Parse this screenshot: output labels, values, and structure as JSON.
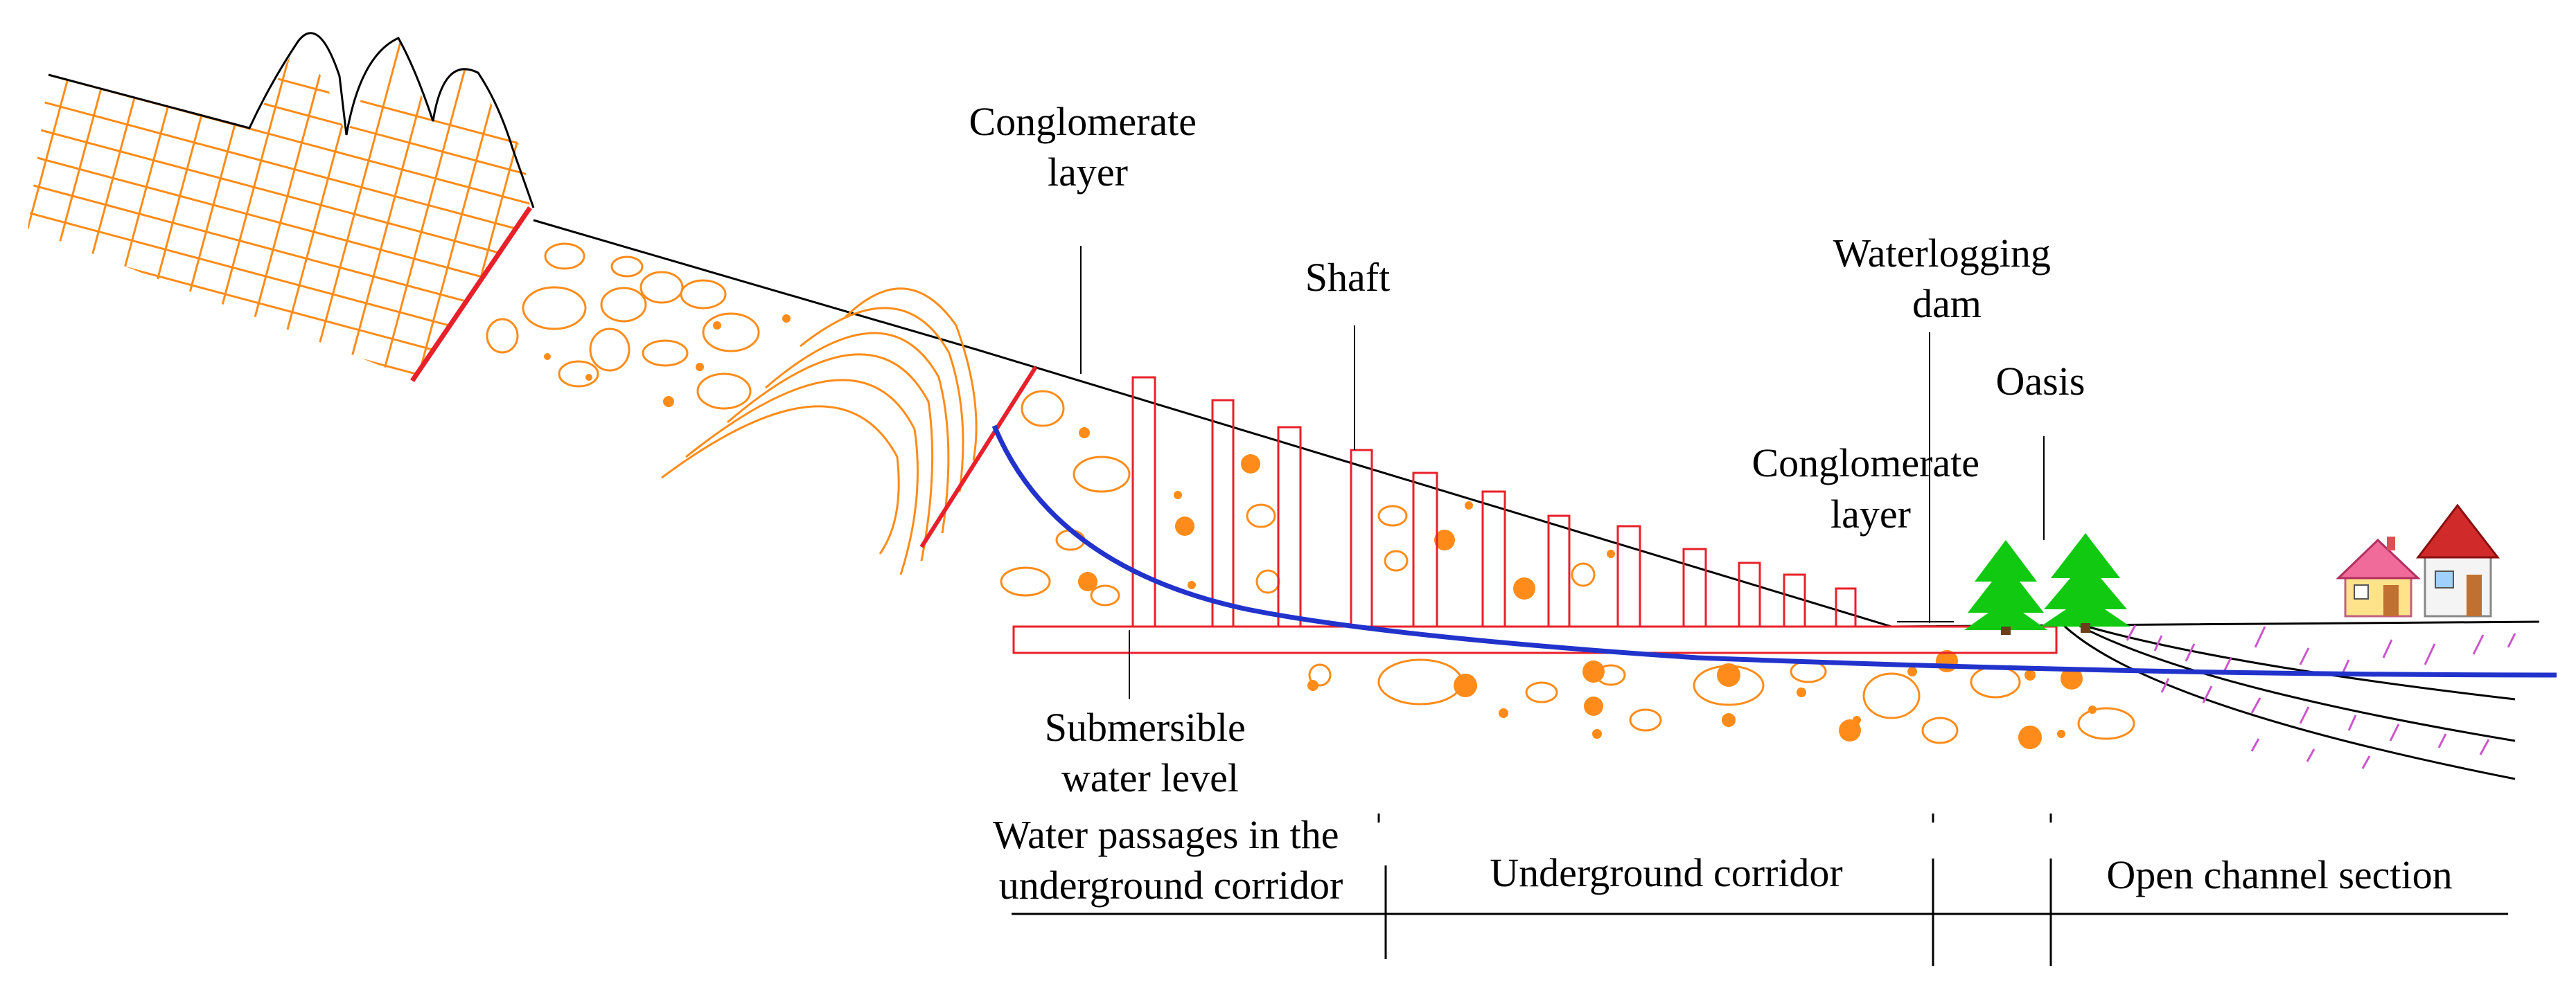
{
  "labels": {
    "conglomerate_top": [
      "Conglomerate",
      "layer"
    ],
    "shaft": "Shaft",
    "waterlogging_dam": [
      "Waterlogging",
      "dam"
    ],
    "oasis": "Oasis",
    "conglomerate_right": [
      "Conglomerate",
      "layer"
    ],
    "submersible": [
      "Submersible",
      "water level"
    ],
    "water_passages": [
      "Water passages in the",
      "underground corridor"
    ],
    "underground_corridor": "Underground corridor",
    "open_channel": "Open channel section"
  },
  "icons": [
    "mountain-grid-icon",
    "tree-icon",
    "house-icon"
  ],
  "colors": {
    "conglomerate": "#ff8c1a",
    "shaft": "#e8202a",
    "fault": "#e8202a",
    "water_table": "#2233cc",
    "tree": "#12c912",
    "wet_soil": "#cc55cc",
    "ground": "#000000"
  }
}
